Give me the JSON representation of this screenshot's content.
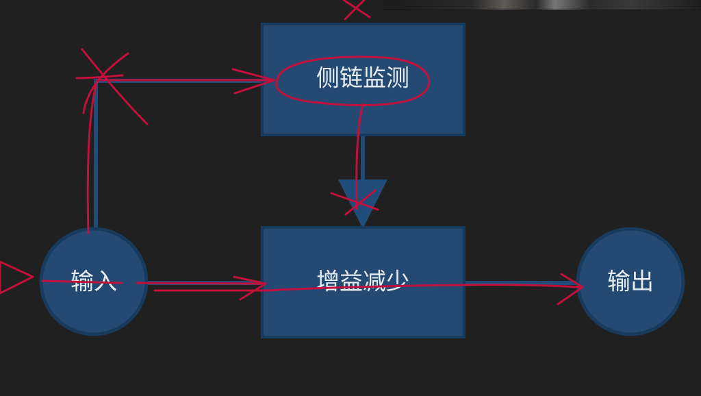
{
  "nodes": {
    "sidechain": "侧链监测",
    "gain": "增益减少",
    "input": "输入",
    "output": "输出"
  },
  "colors": {
    "background": "#202020",
    "node_fill": "#244a73",
    "node_stroke": "#183a5c",
    "connector": "#1f4c79",
    "annotation": "#c2103d",
    "text": "#e6edf5"
  },
  "elements": {
    "top_right_strip": "photo-strip",
    "annotation_marks": [
      "x-mark",
      "arrowhead-mark",
      "oval-mark",
      "cross-mark"
    ]
  }
}
